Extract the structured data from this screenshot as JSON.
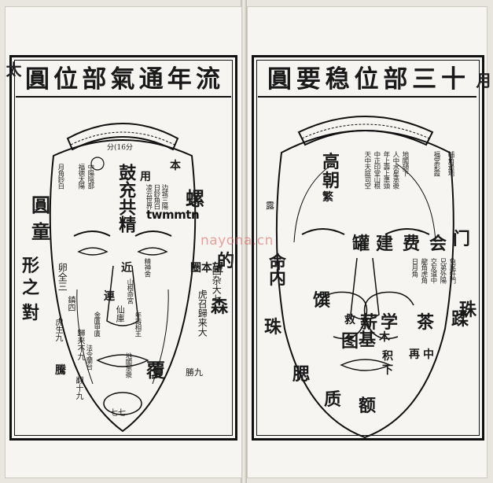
{
  "left_page": {
    "title": [
      "流",
      "年",
      "通",
      "氣",
      "部",
      "位",
      "圓"
    ],
    "edge_text": "太",
    "labels": {
      "top_small": "分(16分",
      "ben": "本",
      "yong": "用",
      "luo": "螺",
      "gu": "鼓充共精",
      "stamp": "twmmtn",
      "yuan": "圓",
      "tong": "童",
      "xing": "形",
      "zhi": "之",
      "dui": "對",
      "de": "的",
      "sen": "森",
      "fu": "覆",
      "quan_ben_wang": "圈本望",
      "hui_za": "回杂大七",
      "hu_gui": "虎召歸来大",
      "sheng_jiu": "勝九",
      "luan_quan": "卵全三",
      "lian": "連",
      "xian_tang": "仙庫",
      "jin_ke": "近",
      "tian_zhong": "鎮四",
      "hu_shen": "虎生九",
      "gui_lai": "歸来不九",
      "teng": "騰",
      "fan_ke": "翻十九",
      "ke_hou": "七七"
    },
    "columns": [
      "边城三陽",
      "日鈴角白",
      "月角鈴白",
      "凌云世界",
      "精神舍",
      "福德太陽",
      "中陽陰部",
      "山根命宮",
      "年壽相王",
      "金匱甲匱",
      "法令蘭台",
      "地閣承漿"
    ]
  },
  "right_page": {
    "title": [
      "圓",
      "要",
      "稳",
      "位",
      "部",
      "三",
      "十"
    ],
    "edge_text": "月",
    "labels": {
      "gao": "高",
      "chao": "朝",
      "fan": "繁",
      "lu": "露",
      "ming": "命",
      "nei": "内",
      "zhu": "珠",
      "guan": "罐",
      "jian": "建",
      "fei": "费",
      "hui": "会",
      "men": "门",
      "zhuan": "馔",
      "xue": "学",
      "cha": "茶",
      "bao": "蹂",
      "jiu": "救",
      "tu": "图",
      "xin": "薪",
      "ji": "基",
      "mu": "木",
      "zai": "再",
      "zhong": "中",
      "ji2": "积",
      "xia": "下",
      "sai": "腮",
      "zhi": "质",
      "e": "额",
      "zhu2": "珠"
    },
    "columns": [
      "天中天庭司空",
      "中正印堂山根",
      "年上壽上準頭",
      "人中水星承漿",
      "地閣頦下",
      "福堂彩霞",
      "輔角邊地",
      "日月角",
      "龍角虎角",
      "交友道中",
      "兄弟外陽",
      "魚尾奸門"
    ]
  },
  "watermark": "nayona.cn",
  "page_numbers": {
    "left": "",
    "right": ""
  }
}
